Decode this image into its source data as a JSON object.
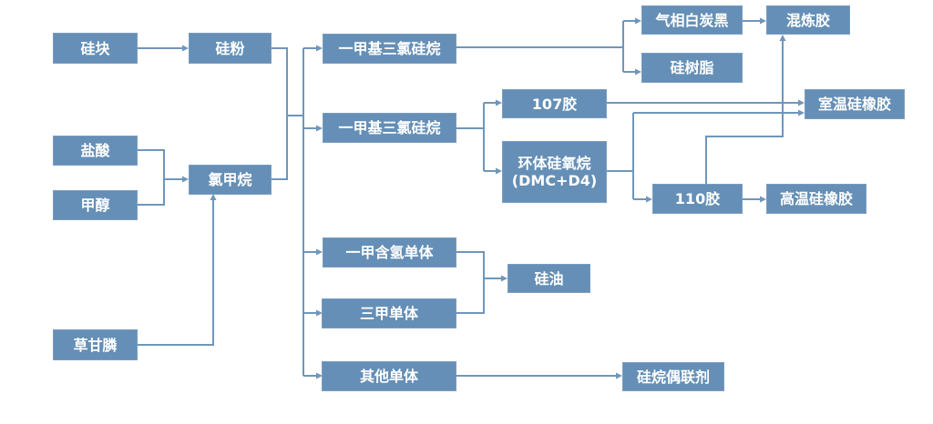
{
  "title": "有机硅产业链",
  "theme": {
    "node_color": "#658fb6",
    "line_color": "#6f96bb",
    "text_color": "#ffffff"
  },
  "nodes": {
    "silicon_block": "硅块",
    "silicon_powder": "硅粉",
    "hydrochloric_acid": "盐酸",
    "methanol": "甲醇",
    "chloromethane": "氯甲烷",
    "glyphosate": "草甘膦",
    "methyltrichlorosilane_1": "一甲基三氯硅烷",
    "methyltrichlorosilane_2": "一甲基三氯硅烷",
    "methylhydrogen_monomer": "一甲含氢单体",
    "trimethyl_monomer": "三甲单体",
    "other_monomers": "其他单体",
    "glue_107": "107胶",
    "cyclosiloxane": "环体硅氧烷\n(DMC+D4)",
    "silicone_oil": "硅油",
    "fumed_silica": "气相白炭黑",
    "silicone_resin": "硅树脂",
    "mixed_rubber": "混炼胶",
    "rtv_silicone_rubber": "室温硅橡胶",
    "glue_110": "110胶",
    "htv_silicone_rubber": "高温硅橡胶",
    "silane_coupling_agent": "硅烷偶联剂"
  },
  "edges": [
    [
      "silicon_block",
      "silicon_powder"
    ],
    [
      "hydrochloric_acid",
      "chloromethane"
    ],
    [
      "methanol",
      "chloromethane"
    ],
    [
      "glyphosate",
      "chloromethane"
    ],
    [
      "silicon_powder",
      "methyltrichlorosilane_1"
    ],
    [
      "chloromethane",
      "methyltrichlorosilane_1"
    ],
    [
      "silicon_powder",
      "methyltrichlorosilane_2"
    ],
    [
      "silicon_powder",
      "methylhydrogen_monomer"
    ],
    [
      "silicon_powder",
      "trimethyl_monomer"
    ],
    [
      "silicon_powder",
      "other_monomers"
    ],
    [
      "methyltrichlorosilane_1",
      "fumed_silica"
    ],
    [
      "methyltrichlorosilane_1",
      "silicone_resin"
    ],
    [
      "fumed_silica",
      "mixed_rubber"
    ],
    [
      "methyltrichlorosilane_2",
      "glue_107"
    ],
    [
      "methyltrichlorosilane_2",
      "cyclosiloxane"
    ],
    [
      "glue_107",
      "rtv_silicone_rubber"
    ],
    [
      "cyclosiloxane",
      "rtv_silicone_rubber"
    ],
    [
      "cyclosiloxane",
      "glue_110"
    ],
    [
      "glue_110",
      "mixed_rubber"
    ],
    [
      "glue_110",
      "htv_silicone_rubber"
    ],
    [
      "methylhydrogen_monomer",
      "silicone_oil"
    ],
    [
      "trimethyl_monomer",
      "silicone_oil"
    ],
    [
      "other_monomers",
      "silane_coupling_agent"
    ]
  ]
}
